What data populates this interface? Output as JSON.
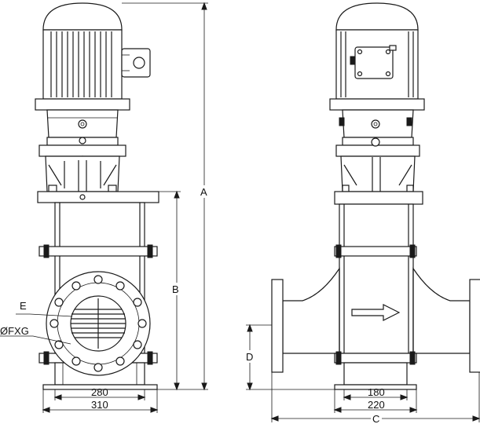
{
  "labels": {
    "a": "A",
    "b": "B",
    "c": "C",
    "d": "D",
    "e": "E",
    "fxg": "ØFXG"
  },
  "dimensions": {
    "front_inner_width": "280",
    "front_outer_width": "310",
    "side_inner_width": "180",
    "side_outer_width": "220"
  },
  "icons": {
    "flow_direction": "right-arrow-icon"
  },
  "colors": {
    "line": "#1a1a1a",
    "shade": "#e6e6e6",
    "background": "#ffffff"
  }
}
